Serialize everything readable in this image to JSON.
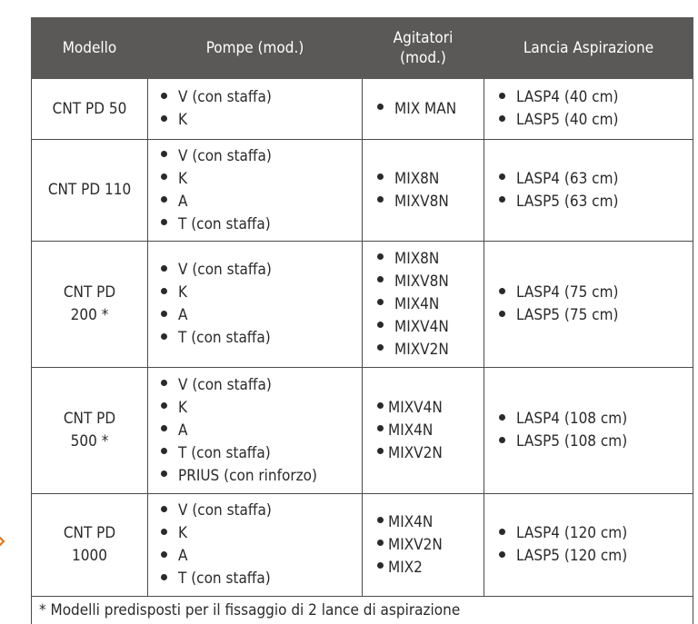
{
  "headers": {
    "modello": "Modello",
    "pompe": "Pompe (mod.)",
    "agitatori_l1": "Agitatori",
    "agitatori_l2": "(mod.)",
    "lancia": "Lancia Aspirazione"
  },
  "rows": [
    {
      "model_l1": "CNT PD 50",
      "model_l2": "",
      "pompe": [
        "V (con staffa)",
        "K"
      ],
      "agitatori": [
        "MIX MAN"
      ],
      "lancia": [
        "LASP4 (40 cm)",
        "LASP5 (40 cm)"
      ]
    },
    {
      "model_l1": "CNT PD 110",
      "model_l2": "",
      "pompe": [
        "V (con staffa)",
        "K",
        "A",
        "T (con staffa)"
      ],
      "agitatori": [
        "MIX8N",
        "MIXV8N"
      ],
      "lancia": [
        "LASP4 (63 cm)",
        "LASP5 (63 cm)"
      ]
    },
    {
      "model_l1": "CNT PD",
      "model_l2": "200 *",
      "pompe": [
        "V (con staffa)",
        "K",
        "A",
        "T (con staffa)"
      ],
      "agitatori": [
        "MIX8N",
        "MIXV8N",
        "MIX4N",
        "MIXV4N",
        "MIXV2N"
      ],
      "lancia": [
        "LASP4 (75 cm)",
        "LASP5 (75 cm)"
      ]
    },
    {
      "model_l1": "CNT PD",
      "model_l2": "500 *",
      "pompe": [
        "V (con staffa)",
        "K",
        "A",
        "T (con staffa)",
        "PRIUS (con rinforzo)"
      ],
      "agitatori": [
        "MIXV4N",
        "MIX4N",
        "MIXV2N"
      ],
      "lancia": [
        "LASP4 (108 cm)",
        "LASP5 (108 cm)"
      ]
    },
    {
      "model_l1": "CNT PD",
      "model_l2": "1000",
      "pompe": [
        "V (con staffa)",
        "K",
        "A",
        "T (con staffa)"
      ],
      "agitatori": [
        "MIX4N",
        "MIXV2N",
        "MIX2"
      ],
      "lancia": [
        "LASP4 (120 cm)",
        "LASP5 (120 cm)"
      ]
    }
  ],
  "footnote": "* Modelli predisposti per il fissaggio di 2 lance di aspirazione",
  "colors": {
    "header_bg": "#5a5958",
    "header_text": "#ffffff",
    "border": "#4a4a4a",
    "text": "#2a2a2a",
    "side_marker": "#e8741a"
  },
  "icons": {
    "bullet": "filled-circle",
    "side_marker": "orange-chevron-right"
  }
}
